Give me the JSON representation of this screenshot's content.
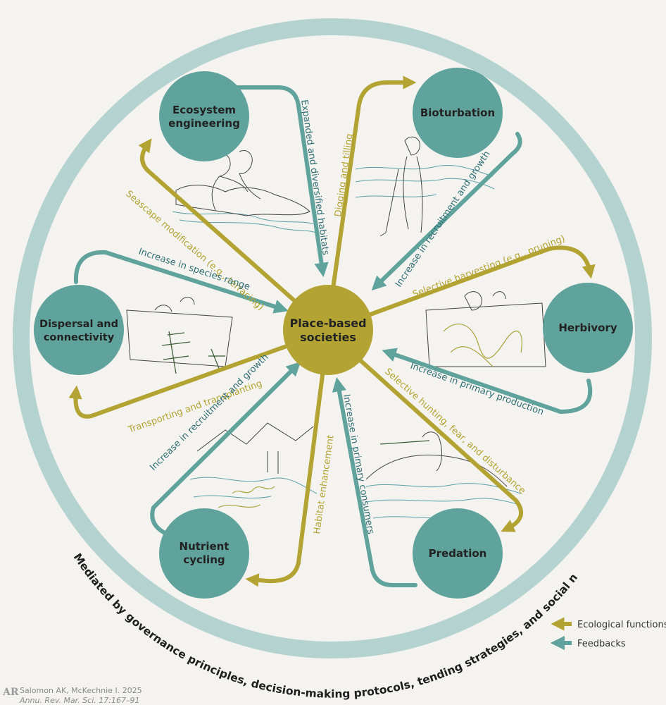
{
  "center": {
    "line1": "Place-based",
    "line2": "societies"
  },
  "nodes": {
    "ecosystem_engineering": {
      "line1": "Ecosystem",
      "line2": "engineering"
    },
    "bioturbation": {
      "line1": "Bioturbation"
    },
    "herbivory": {
      "line1": "Herbivory"
    },
    "predation": {
      "line1": "Predation"
    },
    "nutrient_cycling": {
      "line1": "Nutrient",
      "line2": "cycling"
    },
    "dispersal": {
      "line1": "Dispersal and",
      "line2": "connectivity"
    }
  },
  "ecological_functions": {
    "seascape": "Seascape modification (e.g., terracing)",
    "digging": "Digging and tilling",
    "selective_harvesting": "Selective harvesting (e.g., pruning)",
    "selective_hunting": "Selective hunting, fear, and disturbance",
    "habitat": "Habitat enhancement",
    "transporting": "Transporting and transplanting"
  },
  "feedbacks": {
    "expanded": "Expanded and diversified habitats",
    "bioturbation_feedback": "Increase in recruitment and growth",
    "primary_production": "Increase in primary production",
    "primary_consumers": "Increase in primary consumers",
    "nutrient_feedback": "Increase in recruitment and growth",
    "species_range": "Increase in species range"
  },
  "outer_ring_text": "Mediated by governance principles, decision-making protocols, tending strategies, and social norms",
  "legend": {
    "ecological": "Ecological functions",
    "feedbacks": "Feedbacks"
  },
  "citation": {
    "line1": "Salomon AK, McKechnie I. 2025",
    "line2": "Annu. Rev. Mar. Sci. 17:167–91"
  },
  "colors": {
    "olive": "#b2a332",
    "teal": "#5fa39c",
    "ring": "#b4d3d0",
    "node": "#5fa39c"
  }
}
